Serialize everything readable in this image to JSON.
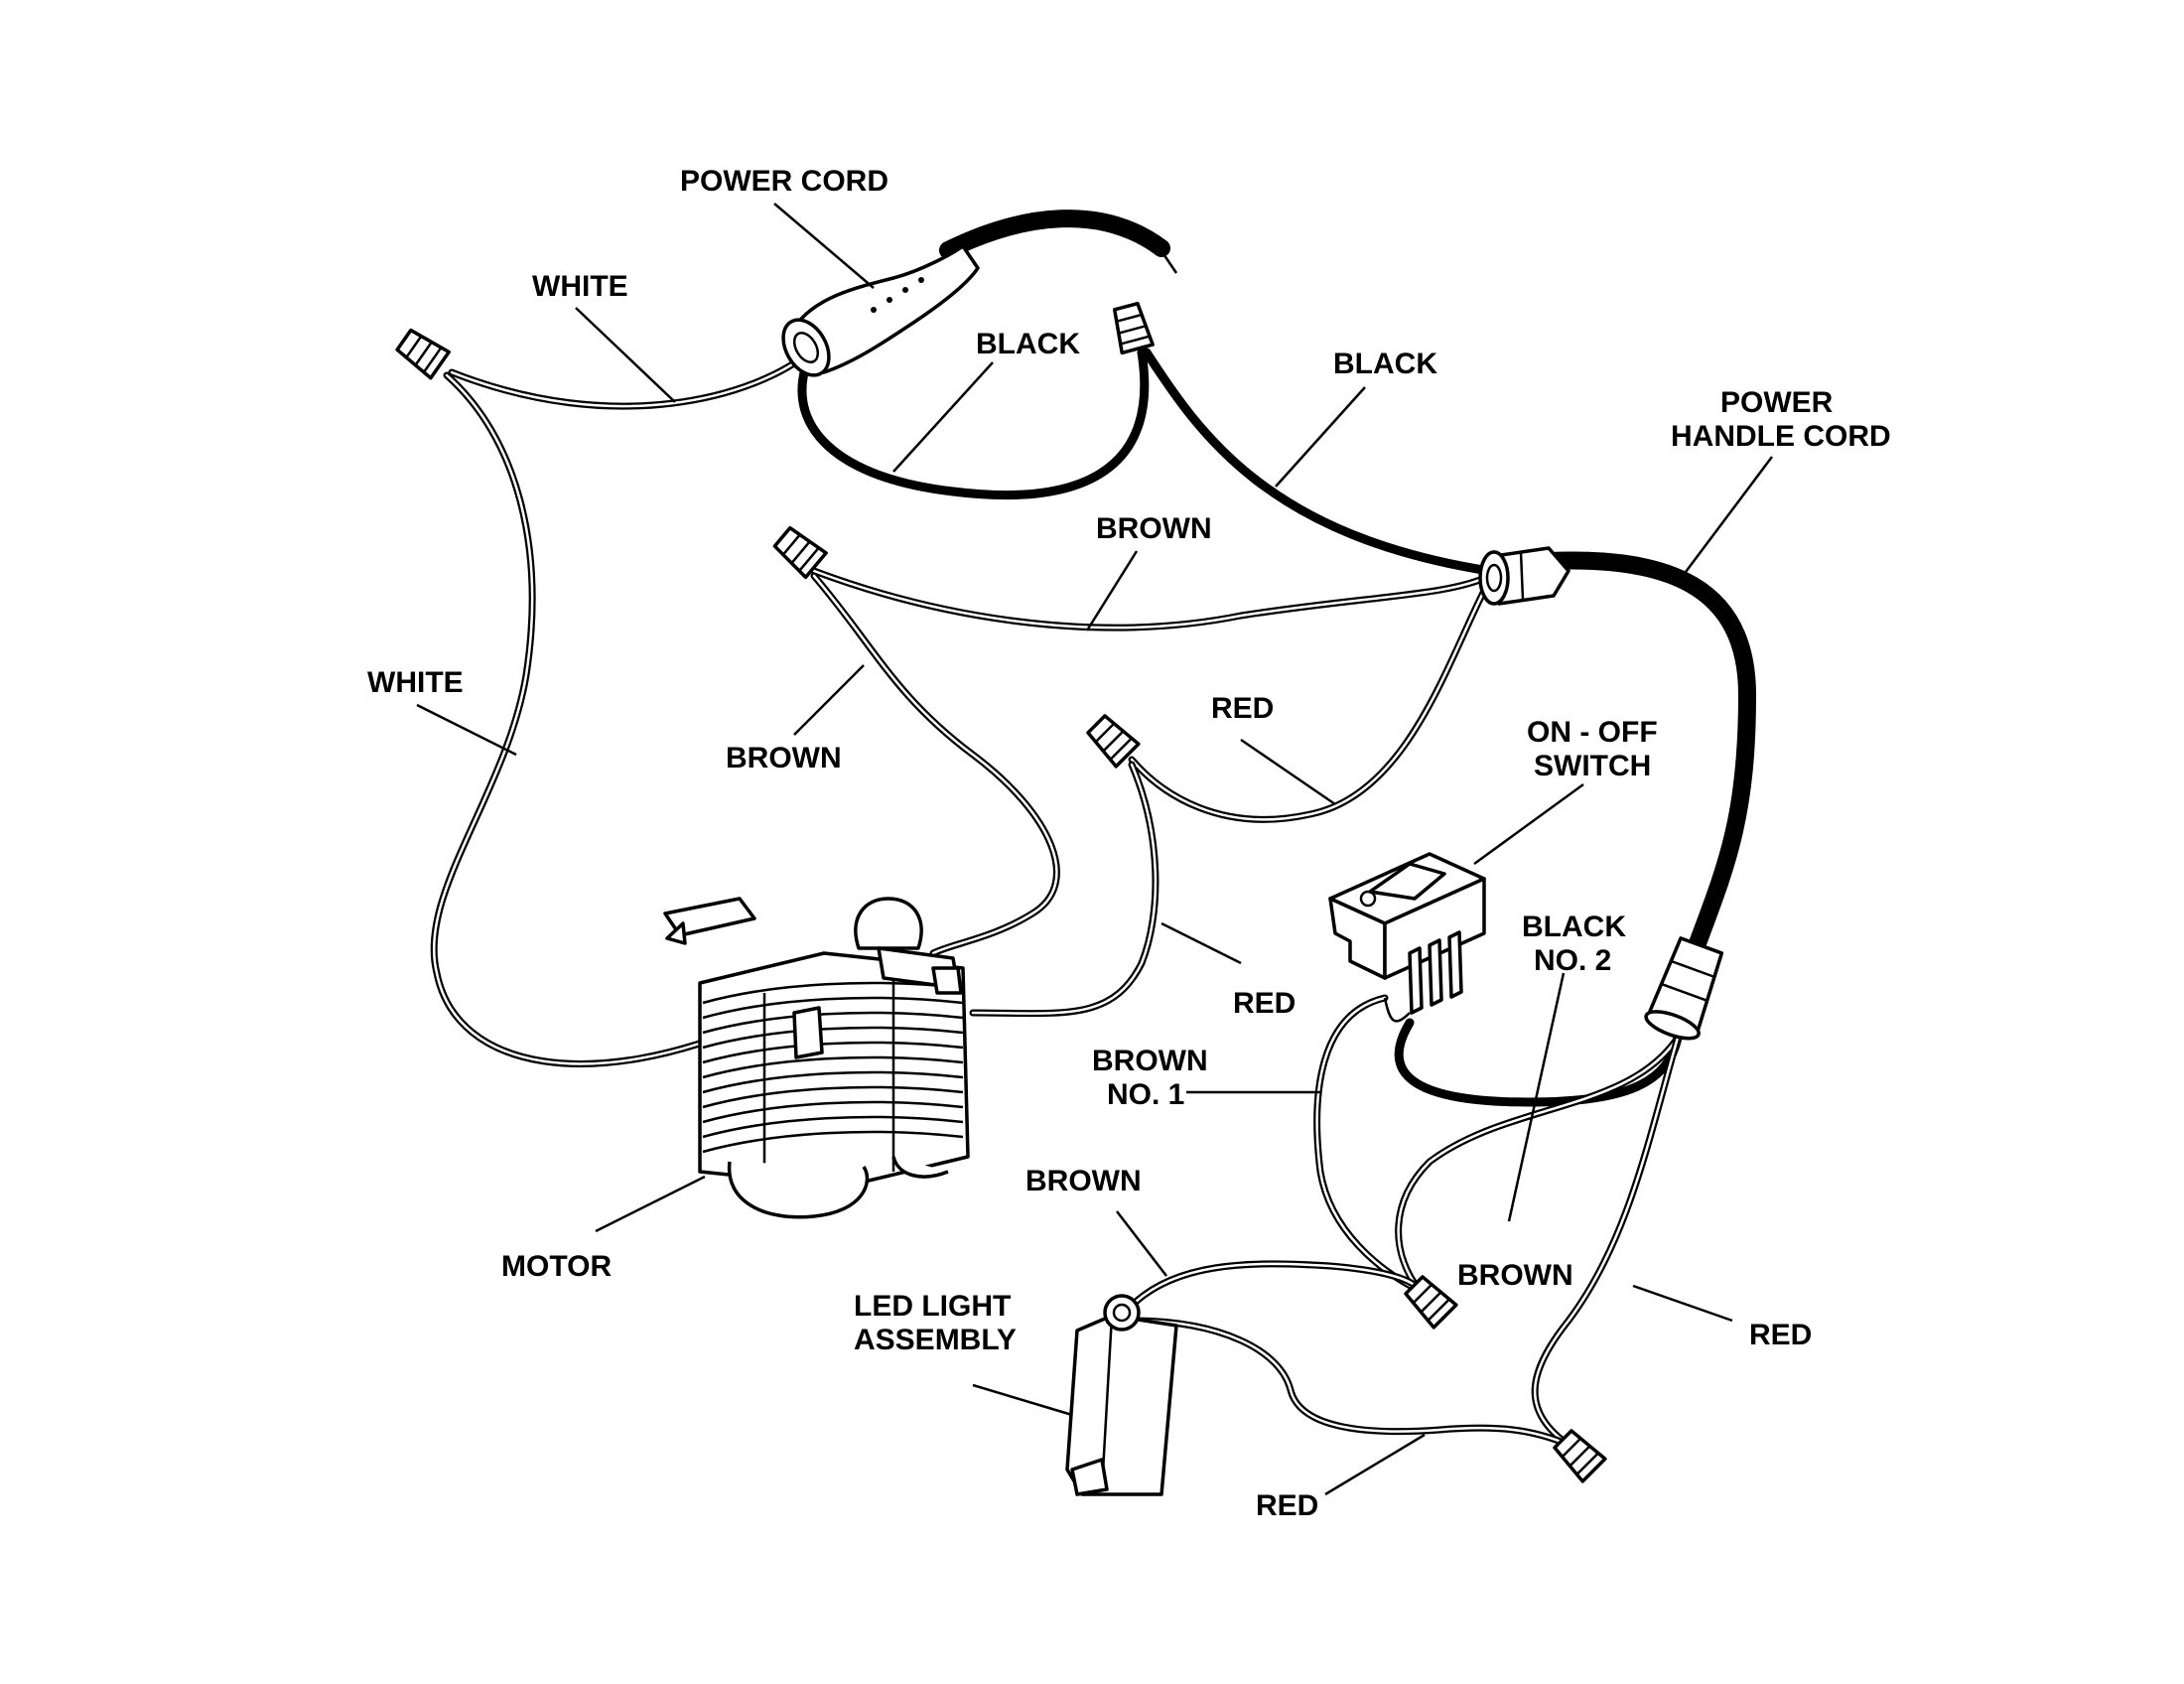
{
  "labels": {
    "power_cord": "POWER CORD",
    "white_top": "WHITE",
    "black_left": "BLACK",
    "black_right": "BLACK",
    "power_handle_cord_1": "POWER",
    "power_handle_cord_2": "HANDLE CORD",
    "brown_top": "BROWN",
    "white_left": "WHITE",
    "brown_left": "BROWN",
    "red_upper": "RED",
    "on_off_switch_1": "ON - OFF",
    "on_off_switch_2": "SWITCH",
    "black_no2_1": "BLACK",
    "black_no2_2": "NO. 2",
    "red_motor": "RED",
    "brown_no1_1": "BROWN",
    "brown_no1_2": "NO. 1",
    "brown_led": "BROWN",
    "led_light_1": "LED LIGHT",
    "led_light_2": "ASSEMBLY",
    "motor": "MOTOR",
    "brown_bottom": "BROWN",
    "red_right": "RED",
    "red_bottom": "RED"
  },
  "colors": {
    "line": "#000000",
    "background": "#ffffff"
  }
}
